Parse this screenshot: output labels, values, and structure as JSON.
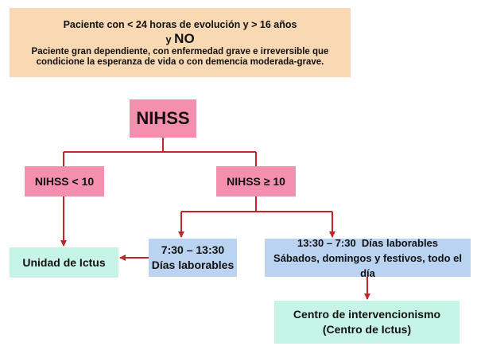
{
  "header": {
    "line1": "Paciente con < 24 horas de evolución y > 16 años",
    "line2_prefix": "y ",
    "line2_emph": "NO",
    "line3": "Paciente gran dependiente, con enfermedad grave e irreversible que",
    "line4": "condicione la esperanza de vida o con demencia moderada-grave."
  },
  "nodes": {
    "nihss": "NIHSS",
    "nihss_lt10": "NIHSS < 10",
    "nihss_ge10": "NIHSS ≥ 10",
    "unidad_ictus": "Unidad de Ictus",
    "morning_time": "7:30 – 13:30",
    "morning_days": "Días laborables",
    "afternoon_line1": "13:30 – 7:30  Días laborables",
    "afternoon_line2": "Sábados, domingos y festivos, todo el día",
    "centro_line1": "Centro de intervencionismo",
    "centro_line2": "(Centro de Ictus)"
  },
  "colors": {
    "connector": "#c0272d",
    "header_bg": "#f9d8b4",
    "nihss_bg": "#f58fb0",
    "time_bg": "#b9d3f1",
    "destination_bg": "#c6f5e7"
  }
}
